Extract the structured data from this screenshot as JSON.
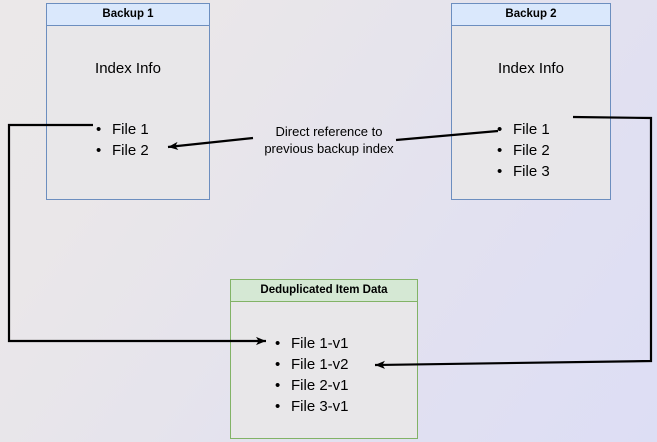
{
  "diagram": {
    "title_hidden": "",
    "background": {
      "gradient_from": "#ebe8e9",
      "gradient_to": "#dddef4"
    },
    "colors": {
      "backup_border": "#6c8ebf",
      "backup_header_fill": "#dae8fc",
      "box_body_fill": "#e8e7e9",
      "dedup_border": "#82b366",
      "dedup_header_fill": "#d5e8d4",
      "arrow": "#000000"
    },
    "boxes": [
      {
        "id": "backup-1",
        "header": "Backup 1",
        "section_title": "Index Info",
        "items": [
          "File 1",
          "File 2"
        ]
      },
      {
        "id": "backup-2",
        "header": "Backup 2",
        "section_title": "Index Info",
        "items": [
          "File 1",
          "File 2",
          "File 3"
        ]
      },
      {
        "id": "deduplicated-item-data",
        "header": "Deduplicated Item Data",
        "section_title": "",
        "items": [
          "File 1-v1",
          "File 1-v2",
          "File 2-v1",
          "File 3-v1"
        ]
      }
    ],
    "annotations": [
      {
        "id": "direct-reference",
        "line_1": "Direct reference to",
        "line_2": "previous backup index"
      }
    ]
  }
}
